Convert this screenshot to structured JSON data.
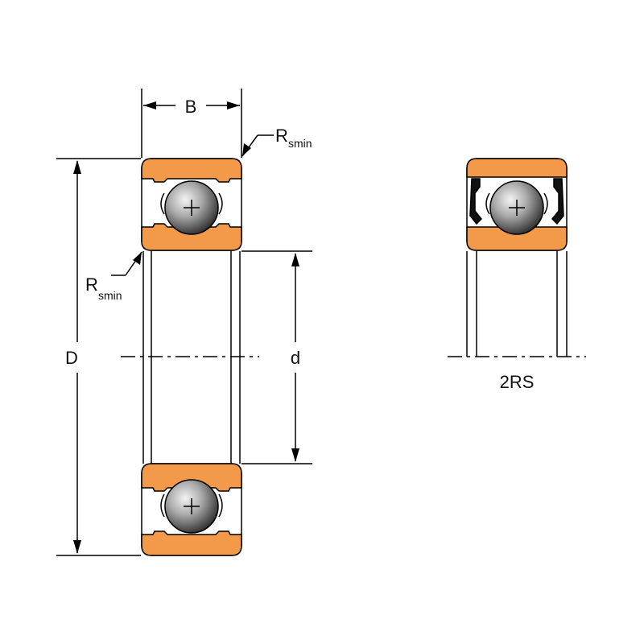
{
  "labels": {
    "width": "B",
    "radius_top": "R",
    "radius_top_sub": "smin",
    "radius_left": "R",
    "radius_left_sub": "smin",
    "outer_diameter": "D",
    "bore_diameter": "d",
    "variant": "2RS"
  },
  "colors": {
    "ring": "#f39a4a",
    "ring_light": "#f6b57b",
    "ball_light": "#f2f2f2",
    "ball_dark": "#2a2a2a",
    "line": "#000000",
    "seal": "#111111"
  }
}
